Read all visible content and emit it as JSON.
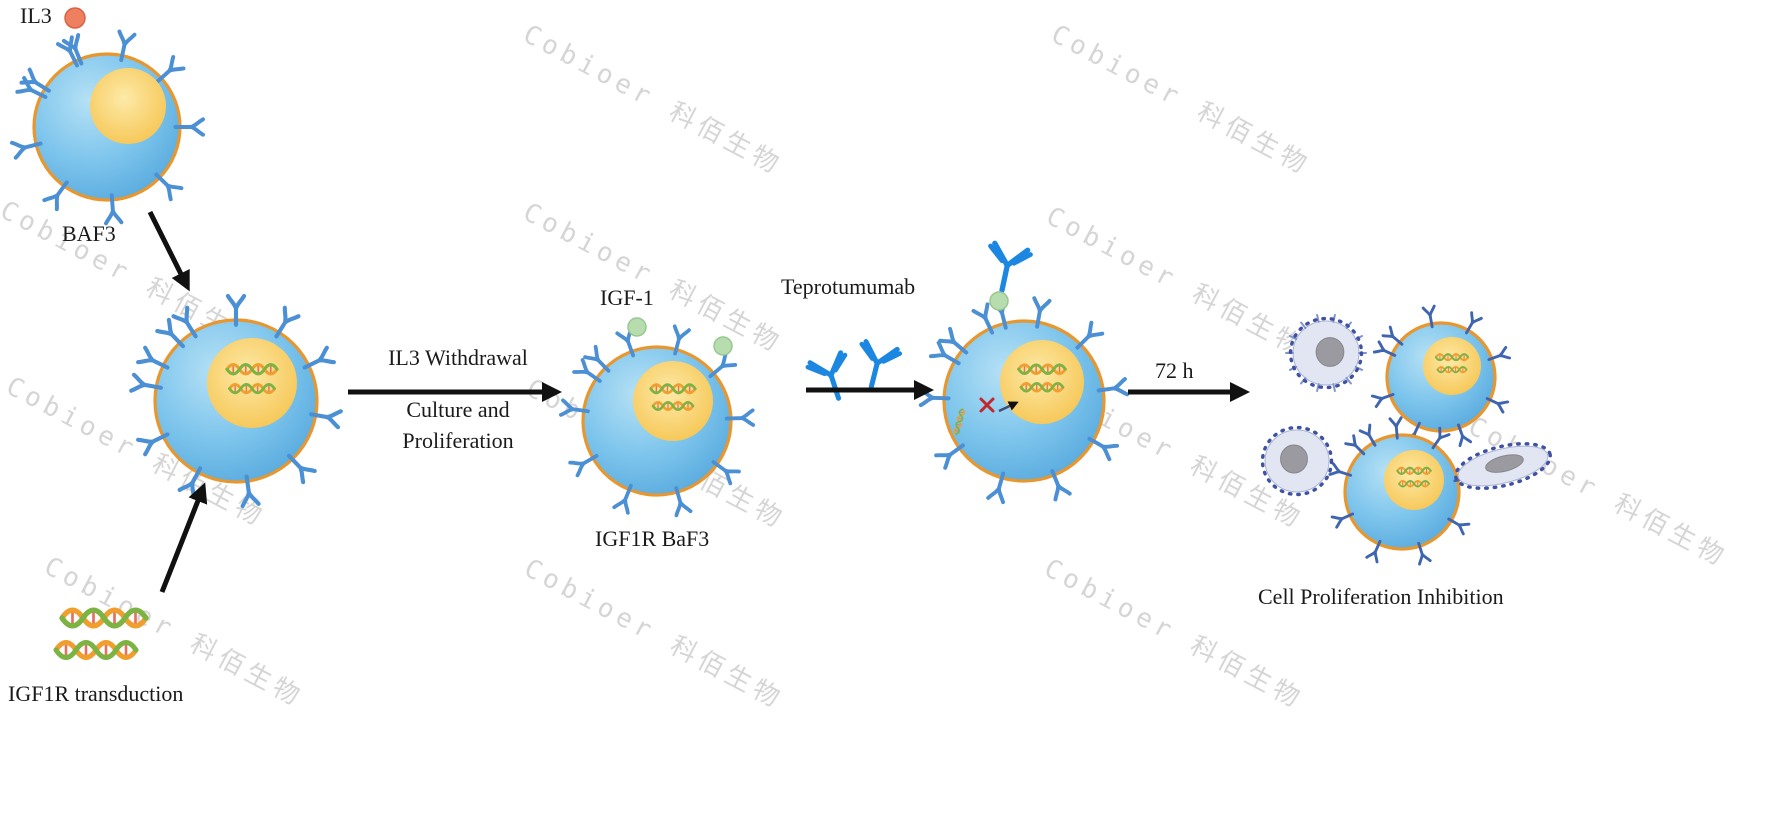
{
  "labels": {
    "il3": "IL3",
    "baf3": "BAF3",
    "igf1r_transduction": "IGF1R transduction",
    "il3_withdrawal": "IL3 Withdrawal",
    "culture_and": "Culture and",
    "proliferation": "Proliferation",
    "igf1": "IGF-1",
    "igf1r_baf3": "IGF1R BaF3",
    "teprotumumab": "Teprotumumab",
    "duration": "72 h",
    "cell_proliferation_inhibition": "Cell Proliferation Inhibition"
  },
  "watermark": {
    "text": "Cobioer 科佰生物"
  },
  "colors": {
    "membrane": "#e8962e",
    "receptor_blue": "#4b8fd4",
    "receptor_navy": "#3f64b0",
    "antibody_blue": "#1b87e0",
    "dna_orange": "#f09e2e",
    "dna_green": "#7cb342",
    "dna_rung": "#e87060",
    "il3_dot": "#ee7f5f",
    "il3_dot_edge": "#d96247",
    "igf1_dot": "#b7dcae",
    "igf1_dot_edge": "#98c791",
    "arrow": "#111111",
    "dying_fill": "#e2e6f2",
    "dying_dots": "#3f51a5",
    "dying_nucleus": "#9a9aa0",
    "block_x": "#c1272d",
    "signal_arrow": "#3d4e78",
    "label_text": "#1a1a1a",
    "watermark_gray": "#acacac"
  },
  "icons": {
    "receptor-icon": "Y-shaped membrane receptor (light blue)",
    "antibody-icon": "Y-shaped IgG antibody (blue)",
    "dna-helix-icon": "orange/green double helix",
    "il3-ligand-icon": "red-orange circle ligand",
    "igf1-ligand-icon": "light green circle ligand",
    "arrow-icon": "solid black arrow",
    "dying-cell-icon": "gray apoptotic cell with dotted membrane",
    "blocked-signaling": "signal squiggle with red X and blocked arrow"
  }
}
